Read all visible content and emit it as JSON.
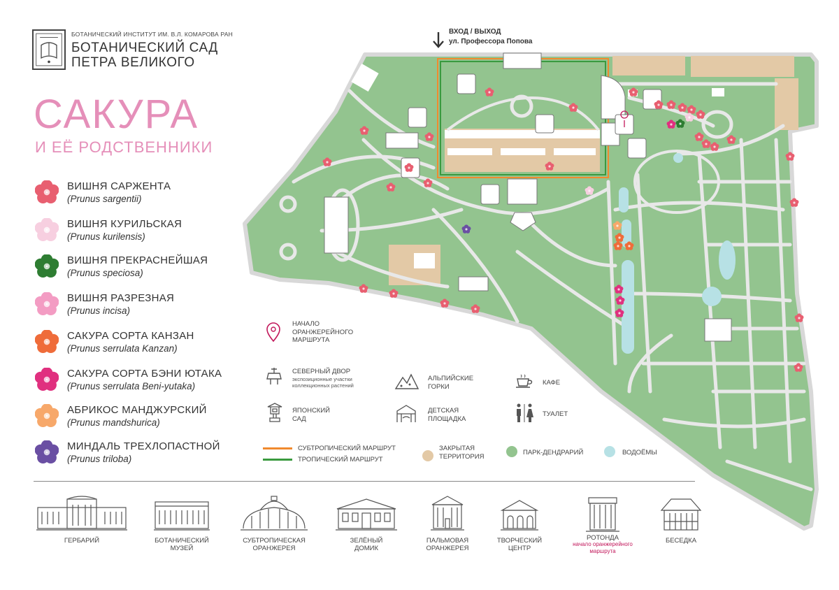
{
  "header": {
    "institute": "БОТАНИЧЕСКИЙ ИНСТИТУТ ИМ. В.Л. КОМАРОВА РАН",
    "garden_line1": "БОТАНИЧЕСКИЙ САД",
    "garden_line2": "ПЕТРА ВЕЛИКОГО",
    "title": "САКУРА",
    "subtitle": "И ЕЁ РОДСТВЕННИКИ"
  },
  "species": [
    {
      "name": "ВИШНЯ САРЖЕНТА",
      "latin": "(Prunus sargentii)",
      "color": "#e85f70"
    },
    {
      "name": "ВИШНЯ КУРИЛЬСКАЯ",
      "latin": "(Prunus kurilensis)",
      "color": "#f7cfe0"
    },
    {
      "name": "ВИШНЯ ПРЕКРАСНЕЙШАЯ",
      "latin": "(Prunus speciosa)",
      "color": "#2e7d32"
    },
    {
      "name": "ВИШНЯ РАЗРЕЗНАЯ",
      "latin": "(Prunus incisa)",
      "color": "#f39cc3"
    },
    {
      "name": "САКУРА СОРТА КАНЗАН",
      "latin": "(Prunus serrulata Kanzan)",
      "color": "#ef6c3a"
    },
    {
      "name": "САКУРА СОРТА БЭНИ ЮТАКА",
      "latin": "(Prunus serrulata Beni-yutaka)",
      "color": "#e0307f"
    },
    {
      "name": "АБРИКОС МАНДЖУРСКИЙ",
      "latin": "(Prunus mandshurica)",
      "color": "#f7a86a"
    },
    {
      "name": "МИНДАЛЬ ТРЕХЛОПАСТНОЙ",
      "latin": "(Prunus triloba)",
      "color": "#6a4fa3"
    }
  ],
  "entrance": {
    "title": "ВХОД / ВЫХОД",
    "street": "ул. Профессора Попова"
  },
  "map_legend": {
    "route_start_l1": "НАЧАЛО",
    "route_start_l2": "ОРАНЖЕРЕЙНОГО",
    "route_start_l3": "МАРШРУТА",
    "north_yard_title": "СЕВЕРНЫЙ ДВОР",
    "north_yard_desc_l1": "экспозиционные участки",
    "north_yard_desc_l2": "коллекционных растений",
    "alpine_l1": "АЛЬПИЙСКИЕ",
    "alpine_l2": "ГОРКИ",
    "cafe": "КАФЕ",
    "japanese_l1": "ЯПОНСКИЙ",
    "japanese_l2": "САД",
    "playground_l1": "ДЕТСКАЯ",
    "playground_l2": "ПЛОЩАДКА",
    "toilet": "ТУАЛЕТ",
    "subtropical_route": "СУБТРОПИЧЕСКИЙ МАРШРУТ",
    "tropical_route": "ТРОПИЧЕСКИЙ МАРШРУТ",
    "closed_l1": "ЗАКРЫТАЯ",
    "closed_l2": "ТЕРРИТОРИЯ",
    "park": "ПАРК-ДЕНДРАРИЙ",
    "water": "ВОДОЁМЫ",
    "colors": {
      "subtropical": "#f08a2e",
      "tropical": "#3a9a3f",
      "closed": "#e3c9a6",
      "park": "#93c48f",
      "water": "#b7e1e5"
    }
  },
  "buildings": {
    "herbarium": "ГЕРБАРИЙ",
    "museum_l1": "БОТАНИЧЕСКИЙ",
    "museum_l2": "МУЗЕЙ",
    "subtrop_l1": "СУБТРОПИЧЕСКАЯ",
    "subtrop_l2": "ОРАНЖЕРЕЯ",
    "green_l1": "ЗЕЛЁНЫЙ",
    "green_l2": "ДОМИК",
    "palm_l1": "ПАЛЬМОВАЯ",
    "palm_l2": "ОРАНЖЕРЕЯ",
    "creative_l1": "ТВОРЧЕСКИЙ",
    "creative_l2": "ЦЕНТР",
    "rotunda": "РОТОНДА",
    "rotunda_note_l1": "начало оранжерейного",
    "rotunda_note_l2": "маршрута",
    "gazebo": "БЕСЕДКА"
  }
}
